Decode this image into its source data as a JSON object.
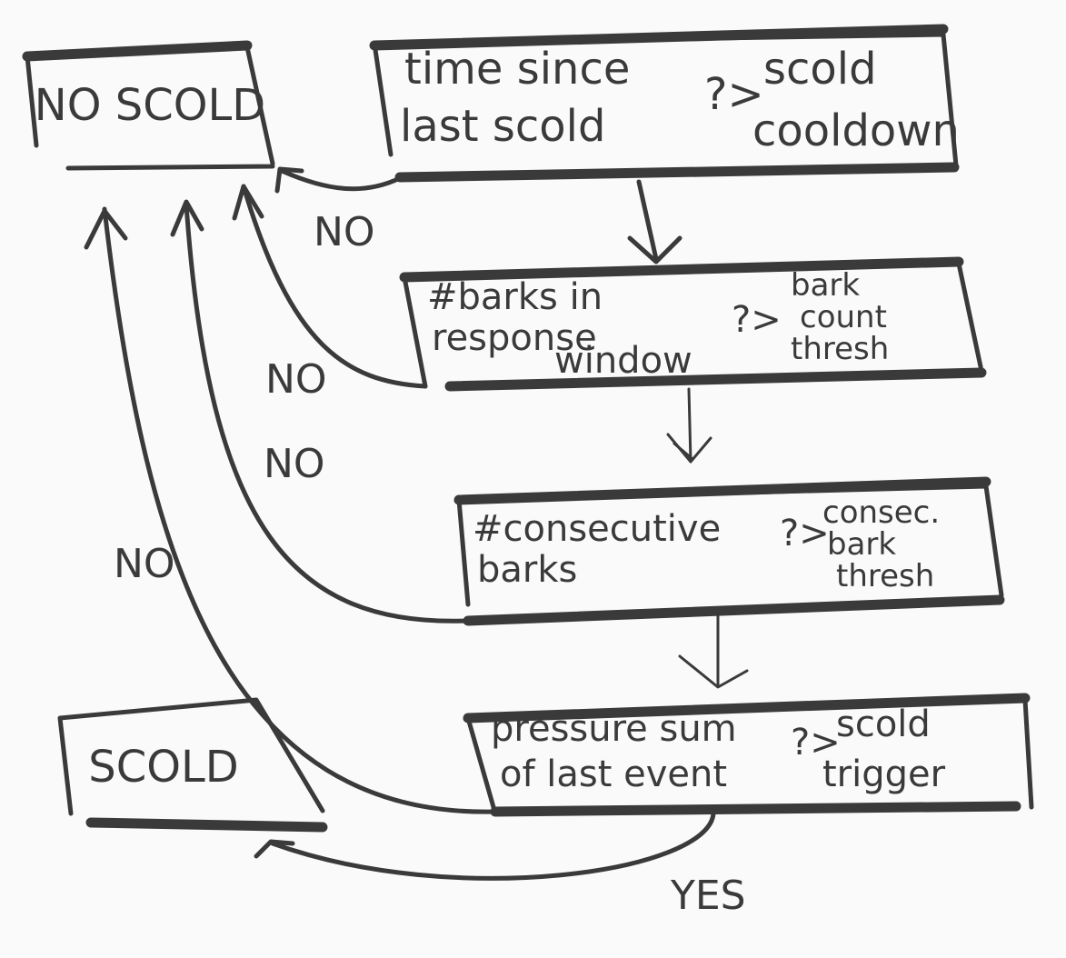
{
  "diagram": {
    "nodes": {
      "no_scold": {
        "label": "NO SCOLD"
      },
      "scold": {
        "label": "SCOLD"
      },
      "check_cooldown": {
        "left_lines": [
          "time since",
          "last scold"
        ],
        "operator": "?>",
        "right_lines": [
          "scold",
          "cooldown"
        ]
      },
      "check_bark_count": {
        "left_lines": [
          "#barks in",
          "response",
          "window"
        ],
        "operator": "?>",
        "right_lines": [
          "bark",
          "count",
          "thresh"
        ]
      },
      "check_consecutive": {
        "left_lines": [
          "#consecutive",
          "barks"
        ],
        "operator": "?>",
        "right_lines": [
          "consec.",
          "bark",
          "thresh"
        ]
      },
      "check_pressure": {
        "left_lines": [
          "pressure sum",
          "of last event"
        ],
        "operator": "?>",
        "right_lines": [
          "scold",
          "trigger"
        ]
      }
    },
    "edge_labels": {
      "no_1": "NO",
      "no_2": "NO",
      "no_3": "NO",
      "no_4": "NO",
      "yes": "YES"
    },
    "colors": {
      "ink": "#3a3a3a",
      "paper": "#fbfafa"
    }
  }
}
